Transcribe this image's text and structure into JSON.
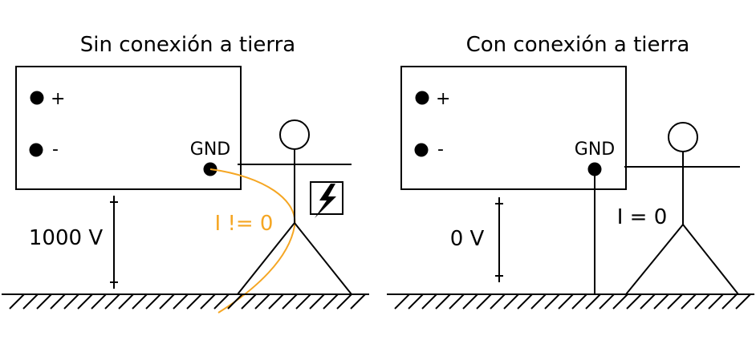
{
  "panels": [
    {
      "title": "Sin conexión a tierra",
      "plus_label": "+",
      "minus_label": "-",
      "gnd_label": "GND",
      "voltage_label": "1000 V",
      "current_label": "I != 0",
      "grounded": false
    },
    {
      "title": "Con conexión a tierra",
      "plus_label": "+",
      "minus_label": "-",
      "gnd_label": "GND",
      "voltage_label": "0 V",
      "current_label": "I = 0",
      "grounded": true
    }
  ],
  "colors": {
    "line": "#000000",
    "current_path": "#f5a623",
    "background": "#ffffff"
  },
  "icons": [
    "lightning-bolt-icon"
  ]
}
